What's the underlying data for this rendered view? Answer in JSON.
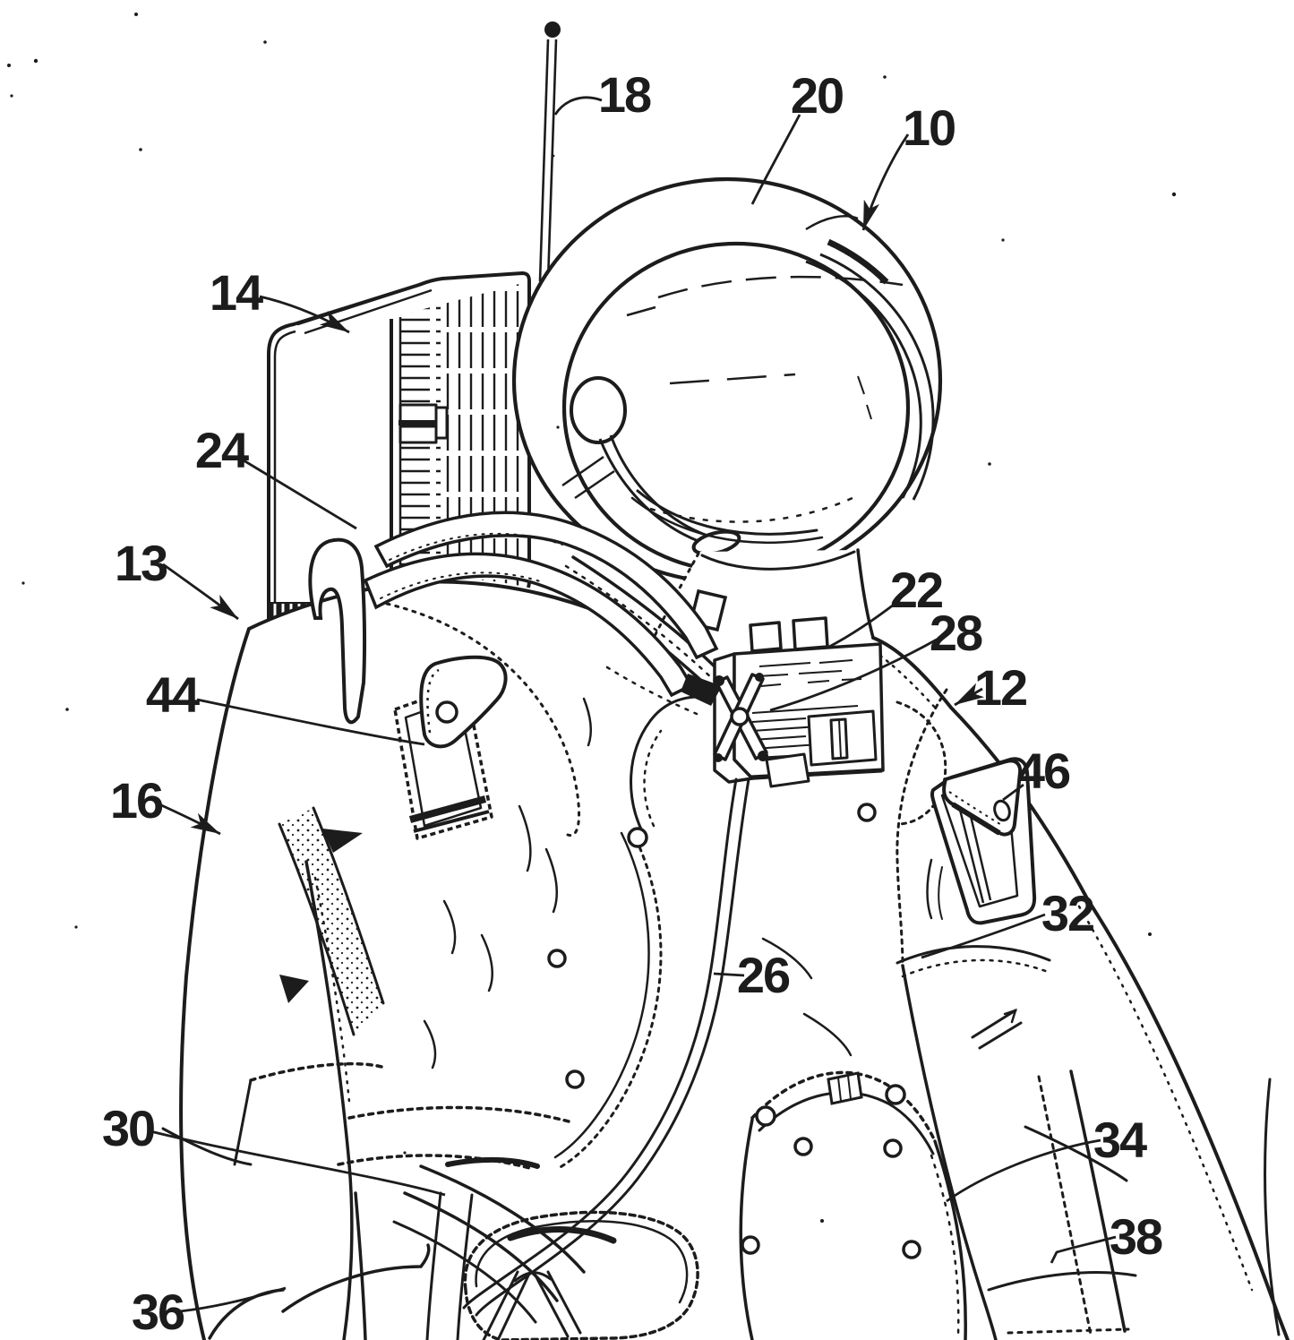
{
  "figure": {
    "kind": "patent line drawing",
    "subject": "astronaut space suit upper body with helmet, antenna, life-support backpack, chest control unit, umbilical hoses and pockets",
    "background_color": "#ffffff",
    "ink_color": "#1c1c1c"
  },
  "labels": {
    "n10": "10",
    "n12": "12",
    "n13": "13",
    "n14": "14",
    "n16": "16",
    "n18": "18",
    "n20": "20",
    "n22": "22",
    "n24": "24",
    "n26": "26",
    "n28": "28",
    "n30": "30",
    "n32": "32",
    "n34": "34",
    "n36": "36",
    "n38": "38",
    "n44": "44",
    "n46": "46"
  }
}
